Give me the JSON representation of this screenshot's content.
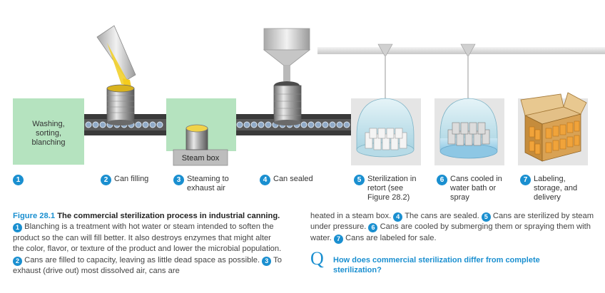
{
  "diagram": {
    "wash_box_text": "Washing,\nsorting,\nblanching",
    "steam_box_label": "Steam box",
    "steps": [
      {
        "num": "1",
        "text": ""
      },
      {
        "num": "2",
        "text": "Can filling"
      },
      {
        "num": "3",
        "text": "Steaming to\nexhaust air"
      },
      {
        "num": "4",
        "text": "Can sealed"
      },
      {
        "num": "5",
        "text": "Sterilization in\nretort (see\nFigure 28.2)"
      },
      {
        "num": "6",
        "text": "Cans cooled in\nwater bath or\nspray"
      },
      {
        "num": "7",
        "text": "Labeling,\nstorage, and\ndelivery"
      }
    ]
  },
  "caption": {
    "fig_label": "Figure 28.1",
    "fig_title": "The commercial sterilization process in industrial canning.",
    "part_1": "Blanching is a treatment with hot water or steam intended to soften the product so the can will fill better. It also destroys enzymes that might alter the color, flavor, or texture of the product and lower the microbial population.",
    "part_2": "Cans are filled to capacity, leaving as little dead space as possible.",
    "part_3a": "To exhaust (drive out) most dissolved air, cans are",
    "part_3b": "heated in a steam box.",
    "part_4": "The cans are sealed.",
    "part_5": "Cans are sterilized by steam under pressure.",
    "part_6": "Cans are cooled by submerging them or spraying them with water.",
    "part_7": "Cans are labeled for sale.",
    "nums": [
      "1",
      "2",
      "3",
      "4",
      "5",
      "6",
      "7"
    ]
  },
  "question": {
    "mark": "Q",
    "text": "How does commercial sterilization differ from complete sterilization?"
  },
  "colors": {
    "accent": "#1a8fd0",
    "wash_green": "#b5e3bf",
    "belt": "#4d4d4d",
    "dome": "#c9e6ee",
    "box": "#c9954e"
  }
}
